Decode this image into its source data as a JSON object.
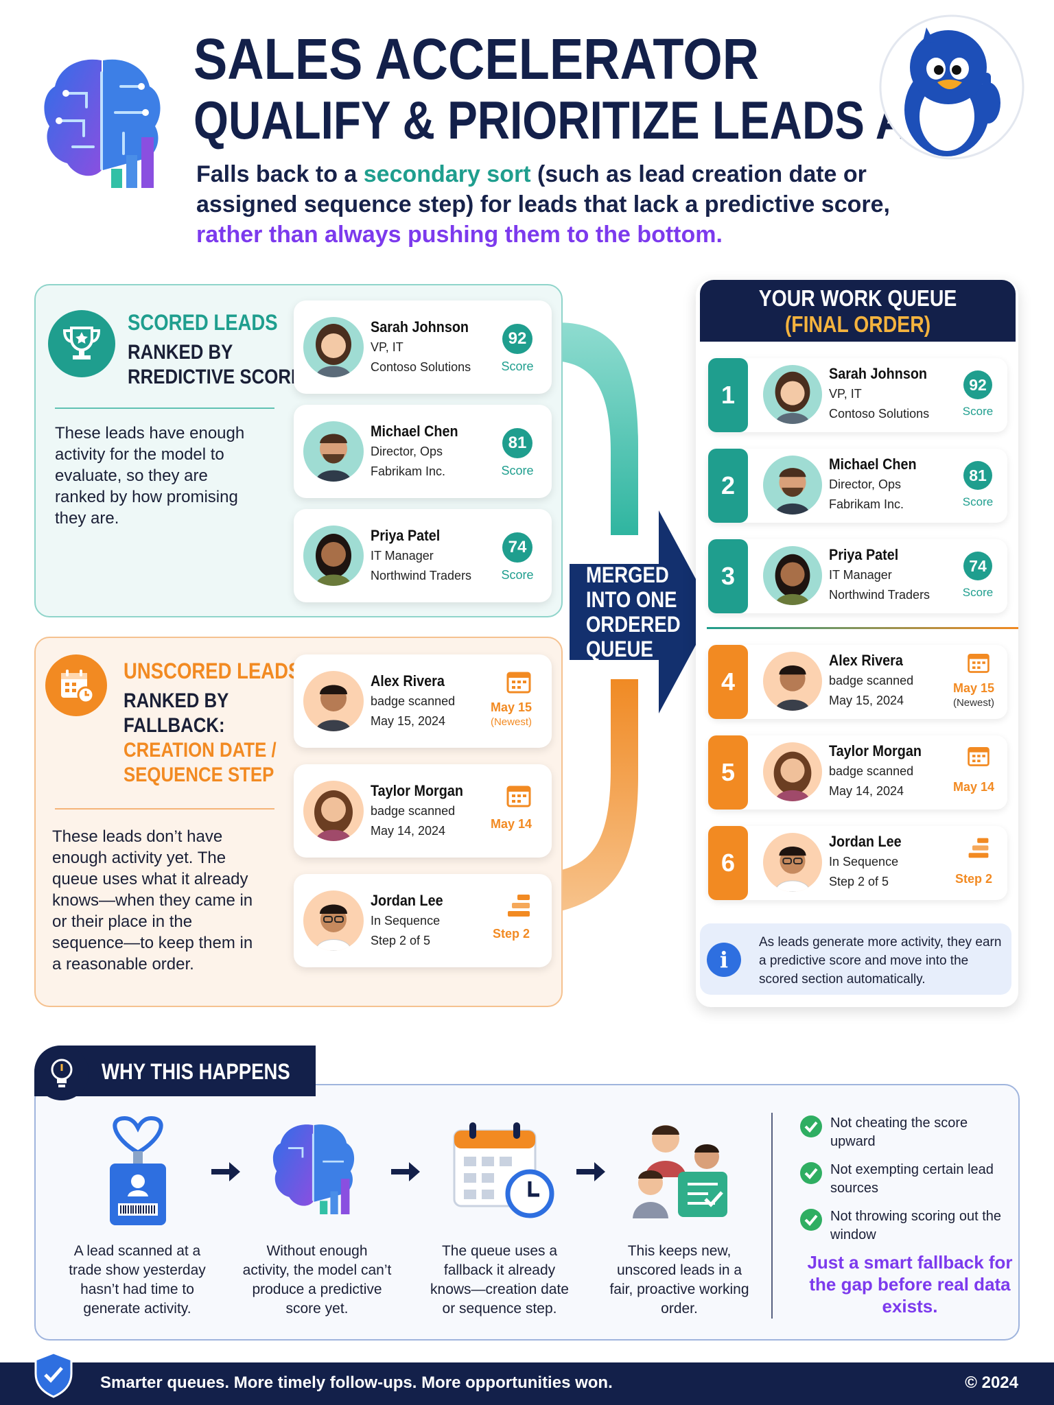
{
  "header": {
    "title_line1": "SALES ACCELERATOR",
    "title_line2": "QUALIFY & PRIORITIZE LEADS AI",
    "subtitle_part1": "Falls back to a ",
    "subtitle_highlight": "secondary sort",
    "subtitle_part2": " (such as lead creation date or assigned sequence step) for leads that lack a predictive score,",
    "subtitle_part3": "rather than always pushing them to the bottom."
  },
  "scored": {
    "heading_accent": "SCORED LEADS",
    "heading_line2": "RANKED BY",
    "heading_line3": "RREDICTIVE SCORE",
    "description": "These leads have enough activity for the model to evaluate, so they are ranked by how promising they are.",
    "leads": [
      {
        "name": "Sarah Johnson",
        "line2": "VP, IT",
        "line3": "Contoso Solutions",
        "score": "92",
        "score_label": "Score"
      },
      {
        "name": "Michael Chen",
        "line2": "Director, Ops",
        "line3": "Fabrikam Inc.",
        "score": "81",
        "score_label": "Score"
      },
      {
        "name": "Priya Patel",
        "line2": "IT Manager",
        "line3": "Northwind Traders",
        "score": "74",
        "score_label": "Score"
      }
    ]
  },
  "unscored": {
    "heading_accent": "UNSCORED LEADS",
    "heading_line2": "RANKED BY",
    "heading_line3": "FALLBACK:",
    "heading_line4": "CREATION DATE /",
    "heading_line5": "SEQUENCE STEP",
    "description": "These leads don’t have enough activity yet. The queue uses what it already knows—when they came in or their place in the sequence—to keep them in a reasonable order.",
    "leads": [
      {
        "name": "Alex Rivera",
        "line2": "badge scanned",
        "line3": "May 15, 2024",
        "fallback": "May 15",
        "fallback_sub": "(Newest)",
        "icon": "calendar-icon"
      },
      {
        "name": "Taylor Morgan",
        "line2": "badge scanned",
        "line3": "May 14, 2024",
        "fallback": "May 14",
        "fallback_sub": "",
        "icon": "calendar-icon"
      },
      {
        "name": "Jordan Lee",
        "line2": "In Sequence",
        "line3": "Step 2 of 5",
        "fallback": "Step 2",
        "fallback_sub": "",
        "icon": "steps-icon"
      }
    ]
  },
  "merge": {
    "line1": "MERGED",
    "line2": "INTO ONE",
    "line3": "ORDERED",
    "line4": "QUEUE"
  },
  "queue": {
    "title_line1": "YOUR WORK QUEUE",
    "title_line2": "(FINAL ORDER)",
    "rows": [
      {
        "rank": "1",
        "name": "Sarah Johnson",
        "line2": "VP, IT",
        "line3": "Contoso Solutions",
        "score": "92",
        "score_label": "Score"
      },
      {
        "rank": "2",
        "name": "Michael Chen",
        "line2": "Director, Ops",
        "line3": "Fabrikam Inc.",
        "score": "81",
        "score_label": "Score"
      },
      {
        "rank": "3",
        "name": "Priya Patel",
        "line2": "IT Manager",
        "line3": "Northwind Traders",
        "score": "74",
        "score_label": "Score"
      },
      {
        "rank": "4",
        "name": "Alex Rivera",
        "line2": "badge scanned",
        "line3": "May 15, 2024",
        "fallback": "May 15",
        "fallback_sub": "(Newest)"
      },
      {
        "rank": "5",
        "name": "Taylor Morgan",
        "line2": "badge scanned",
        "line3": "May 14, 2024",
        "fallback": "May 14",
        "fallback_sub": ""
      },
      {
        "rank": "6",
        "name": "Jordan Lee",
        "line2": "In Sequence",
        "line3": "Step 2 of 5",
        "fallback": "Step 2",
        "fallback_sub": ""
      }
    ],
    "info": "As leads generate more activity, they earn a predictive score and move into the scored section automatically."
  },
  "why": {
    "title": "WHY THIS HAPPENS",
    "steps": [
      {
        "text": "A lead scanned at a trade show yesterday hasn’t had time to generate activity.",
        "icon": "badge-icon"
      },
      {
        "text": "Without enough activity, the model can’t produce a predictive score yet.",
        "icon": "brain-icon"
      },
      {
        "text": "The queue uses a fallback it already knows—creation date or sequence step.",
        "icon": "calendar-clock-icon"
      },
      {
        "text": "This keeps new, unscored leads in a fair, proactive working order.",
        "icon": "team-icon"
      }
    ],
    "checks": [
      "Not cheating the score upward",
      "Not exempting certain lead sources",
      "Not throwing scoring out the window"
    ],
    "tagline": "Just a smart fallback for the gap before real data exists."
  },
  "footer": {
    "text": "Smarter queues. More timely follow-ups. More opportunities won.",
    "copyright": "© 2024"
  },
  "colors": {
    "navy": "#13204a",
    "teal": "#1f9e8e",
    "orange": "#f28a22",
    "purple": "#7c3aed"
  }
}
